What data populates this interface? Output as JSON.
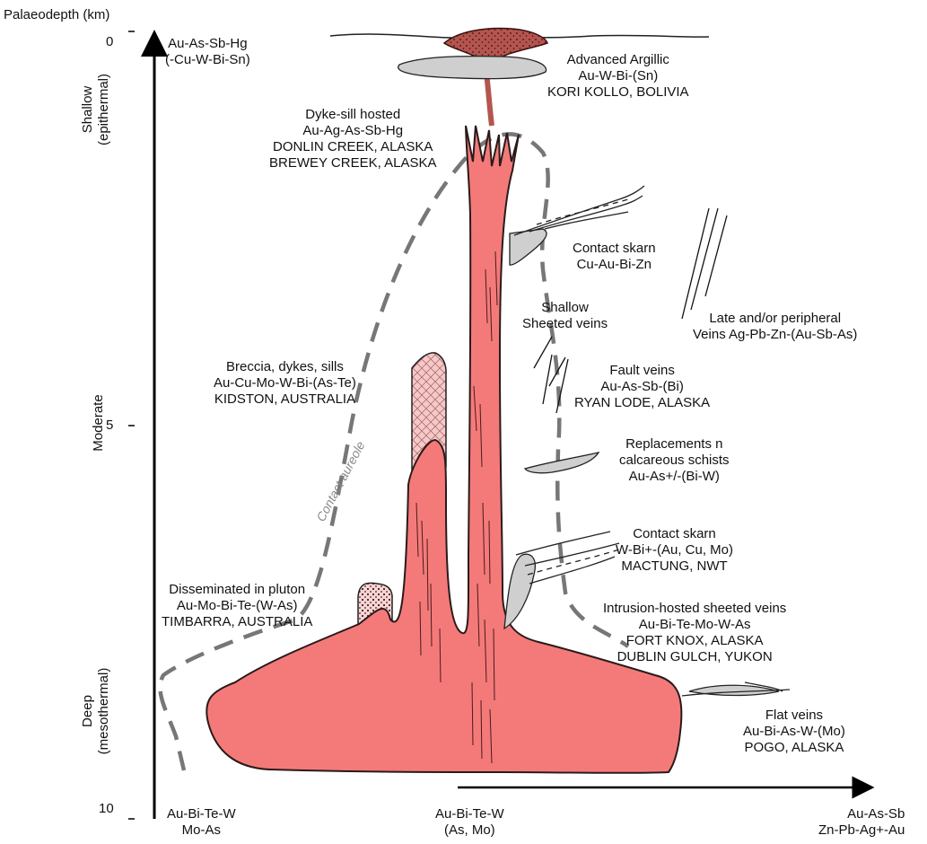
{
  "axis": {
    "title": "Palaeodepth (km)",
    "ticks": [
      "0",
      "5",
      "10"
    ],
    "zones": [
      [
        "Shallow",
        "(epithermal)"
      ],
      [
        "Moderate"
      ],
      [
        "Deep",
        "(mesothermal)"
      ]
    ]
  },
  "labels": {
    "top_left": [
      "Au-As-Sb-Hg",
      "(-Cu-W-Bi-Sn)"
    ],
    "advanced_argillic": [
      "Advanced Argillic",
      "Au-W-Bi-(Sn)",
      "KORI KOLLO, BOLIVIA"
    ],
    "dyke_sill": [
      "Dyke-sill hosted",
      "Au-Ag-As-Sb-Hg",
      "DONLIN CREEK, ALASKA",
      "BREWEY CREEK, ALASKA"
    ],
    "contact_skarn_1": [
      "Contact skarn",
      "Cu-Au-Bi-Zn"
    ],
    "shallow_sheeted": [
      "Shallow",
      "Sheeted veins"
    ],
    "late_peripheral": [
      "Late and/or peripheral",
      "Veins Ag-Pb-Zn-(Au-Sb-As)"
    ],
    "breccia": [
      "Breccia, dykes, sills",
      "Au-Cu-Mo-W-Bi-(As-Te)",
      "KIDSTON, AUSTRALIA"
    ],
    "fault_veins": [
      "Fault veins",
      "Au-As-Sb-(Bi)",
      "RYAN LODE, ALASKA"
    ],
    "replacements": [
      "Replacements n",
      "calcareous schists",
      "Au-As+/-(Bi-W)"
    ],
    "contact_aureole": "Contact aureole",
    "contact_skarn_2": [
      "Contact skarn",
      "W-Bi+-(Au, Cu, Mo)",
      "MACTUNG, NWT"
    ],
    "disseminated": [
      "Disseminated in pluton",
      "Au-Mo-Bi-Te-(W-As)",
      "TIMBARRA, AUSTRALIA"
    ],
    "intrusion_hosted": [
      "Intrusion-hosted sheeted veins",
      "Au-Bi-Te-Mo-W-As",
      "FORT KNOX, ALASKA",
      "DUBLIN GULCH, YUKON"
    ],
    "flat_veins": [
      "Flat veins",
      "Au-Bi-As-W-(Mo)",
      "POGO, ALASKA"
    ]
  },
  "bottom": {
    "left": [
      "Au-Bi-Te-W",
      "Mo-As"
    ],
    "center": [
      "Au-Bi-Te-W",
      "(As, Mo)"
    ],
    "right": [
      "Au-As-Sb",
      "Zn-Pb-Ag+-Au"
    ]
  },
  "colors": {
    "pluton": "#f47a7a",
    "pluton_outline": "#2a1a1a",
    "cap": "#b5554f",
    "grey_body": "#cfcfcf",
    "aureole": "#7a7a7a",
    "hatch_fill": "#f6c8c8"
  }
}
